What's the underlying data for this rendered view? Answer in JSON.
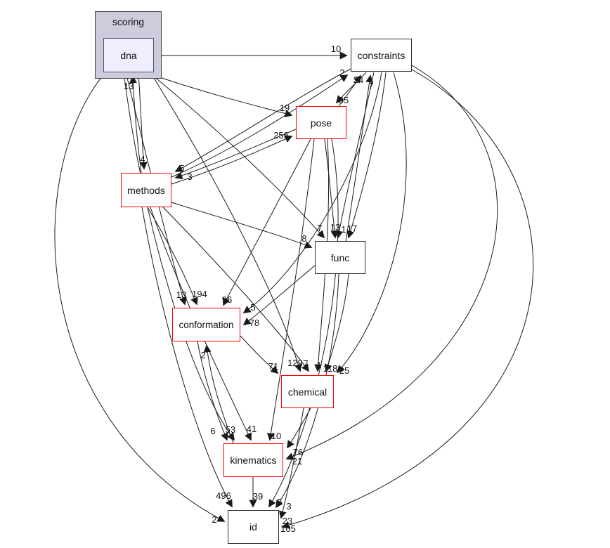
{
  "diagram": {
    "group": {
      "label": "scoring"
    },
    "nodes": {
      "dna": {
        "label": "dna"
      },
      "constraints": {
        "label": "constraints"
      },
      "pose": {
        "label": "pose"
      },
      "methods": {
        "label": "methods"
      },
      "func": {
        "label": "func"
      },
      "conformation": {
        "label": "conformation"
      },
      "chemical": {
        "label": "chemical"
      },
      "kinematics": {
        "label": "kinematics"
      },
      "id": {
        "label": "id"
      }
    },
    "colors": {
      "group_fill": "#ccccdd",
      "current_node_fill": "#eeeeff",
      "highlight_border": "#ff0000",
      "normal_border": "#000000",
      "edge": "#1a1a1a",
      "background": "#ffffff"
    },
    "edges": [
      {
        "from": "dna",
        "to": "constraints",
        "count": "10"
      },
      {
        "from": "dna",
        "to": "pose",
        "count": "19"
      },
      {
        "from": "dna",
        "to": "methods",
        "count": "4"
      },
      {
        "from": "methods",
        "to": "dna",
        "count": "13"
      },
      {
        "from": "constraints",
        "to": "pose",
        "count": "85"
      },
      {
        "from": "pose",
        "to": "constraints",
        "count": "24"
      },
      {
        "from": "methods",
        "to": "pose",
        "count": "256"
      },
      {
        "from": "methods",
        "to": "constraints",
        "count": "2"
      },
      {
        "from": "func",
        "to": "constraints",
        "count": "7"
      },
      {
        "from": "constraints",
        "to": "methods",
        "count": "5"
      },
      {
        "from": "pose",
        "to": "methods",
        "count": "3"
      },
      {
        "from": "dna",
        "to": "func",
        "count": "7"
      },
      {
        "from": "constraints",
        "to": "func",
        "count": "13"
      },
      {
        "from": "pose",
        "to": "func",
        "count": "1"
      },
      {
        "from": "constraints",
        "to": "func",
        "count": "17"
      },
      {
        "from": "methods",
        "to": "func",
        "count": "8"
      },
      {
        "from": "dna",
        "to": "conformation",
        "count": "13"
      },
      {
        "from": "methods",
        "to": "conformation",
        "count": "194"
      },
      {
        "from": "pose",
        "to": "conformation",
        "count": "96"
      },
      {
        "from": "constraints",
        "to": "conformation",
        "count": "5"
      },
      {
        "from": "func",
        "to": "conformation",
        "count": "78"
      },
      {
        "from": "kinematics",
        "to": "conformation",
        "count": "2"
      },
      {
        "from": "conformation",
        "to": "chemical",
        "count": "71"
      },
      {
        "from": "dna",
        "to": "chemical",
        "count": "129"
      },
      {
        "from": "methods",
        "to": "chemical",
        "count": "7"
      },
      {
        "from": "pose",
        "to": "chemical",
        "count": "1"
      },
      {
        "from": "func",
        "to": "chemical",
        "count": "118"
      },
      {
        "from": "constraints",
        "to": "chemical",
        "count": "25"
      },
      {
        "from": "conformation",
        "to": "kinematics",
        "count": "6"
      },
      {
        "from": "dna",
        "to": "kinematics",
        "count": "53"
      },
      {
        "from": "methods",
        "to": "kinematics",
        "count": "41"
      },
      {
        "from": "pose",
        "to": "kinematics",
        "count": "10"
      },
      {
        "from": "chemical",
        "to": "kinematics",
        "count": "76"
      },
      {
        "from": "constraints",
        "to": "kinematics",
        "count": "21"
      },
      {
        "from": "dna",
        "to": "id",
        "count": "2"
      },
      {
        "from": "methods",
        "to": "id",
        "count": "496"
      },
      {
        "from": "kinematics",
        "to": "id",
        "count": "39"
      },
      {
        "from": "pose",
        "to": "id",
        "count": "5"
      },
      {
        "from": "func",
        "to": "id",
        "count": "3"
      },
      {
        "from": "chemical",
        "to": "id",
        "count": "23"
      },
      {
        "from": "constraints",
        "to": "id",
        "count": "105"
      }
    ]
  }
}
